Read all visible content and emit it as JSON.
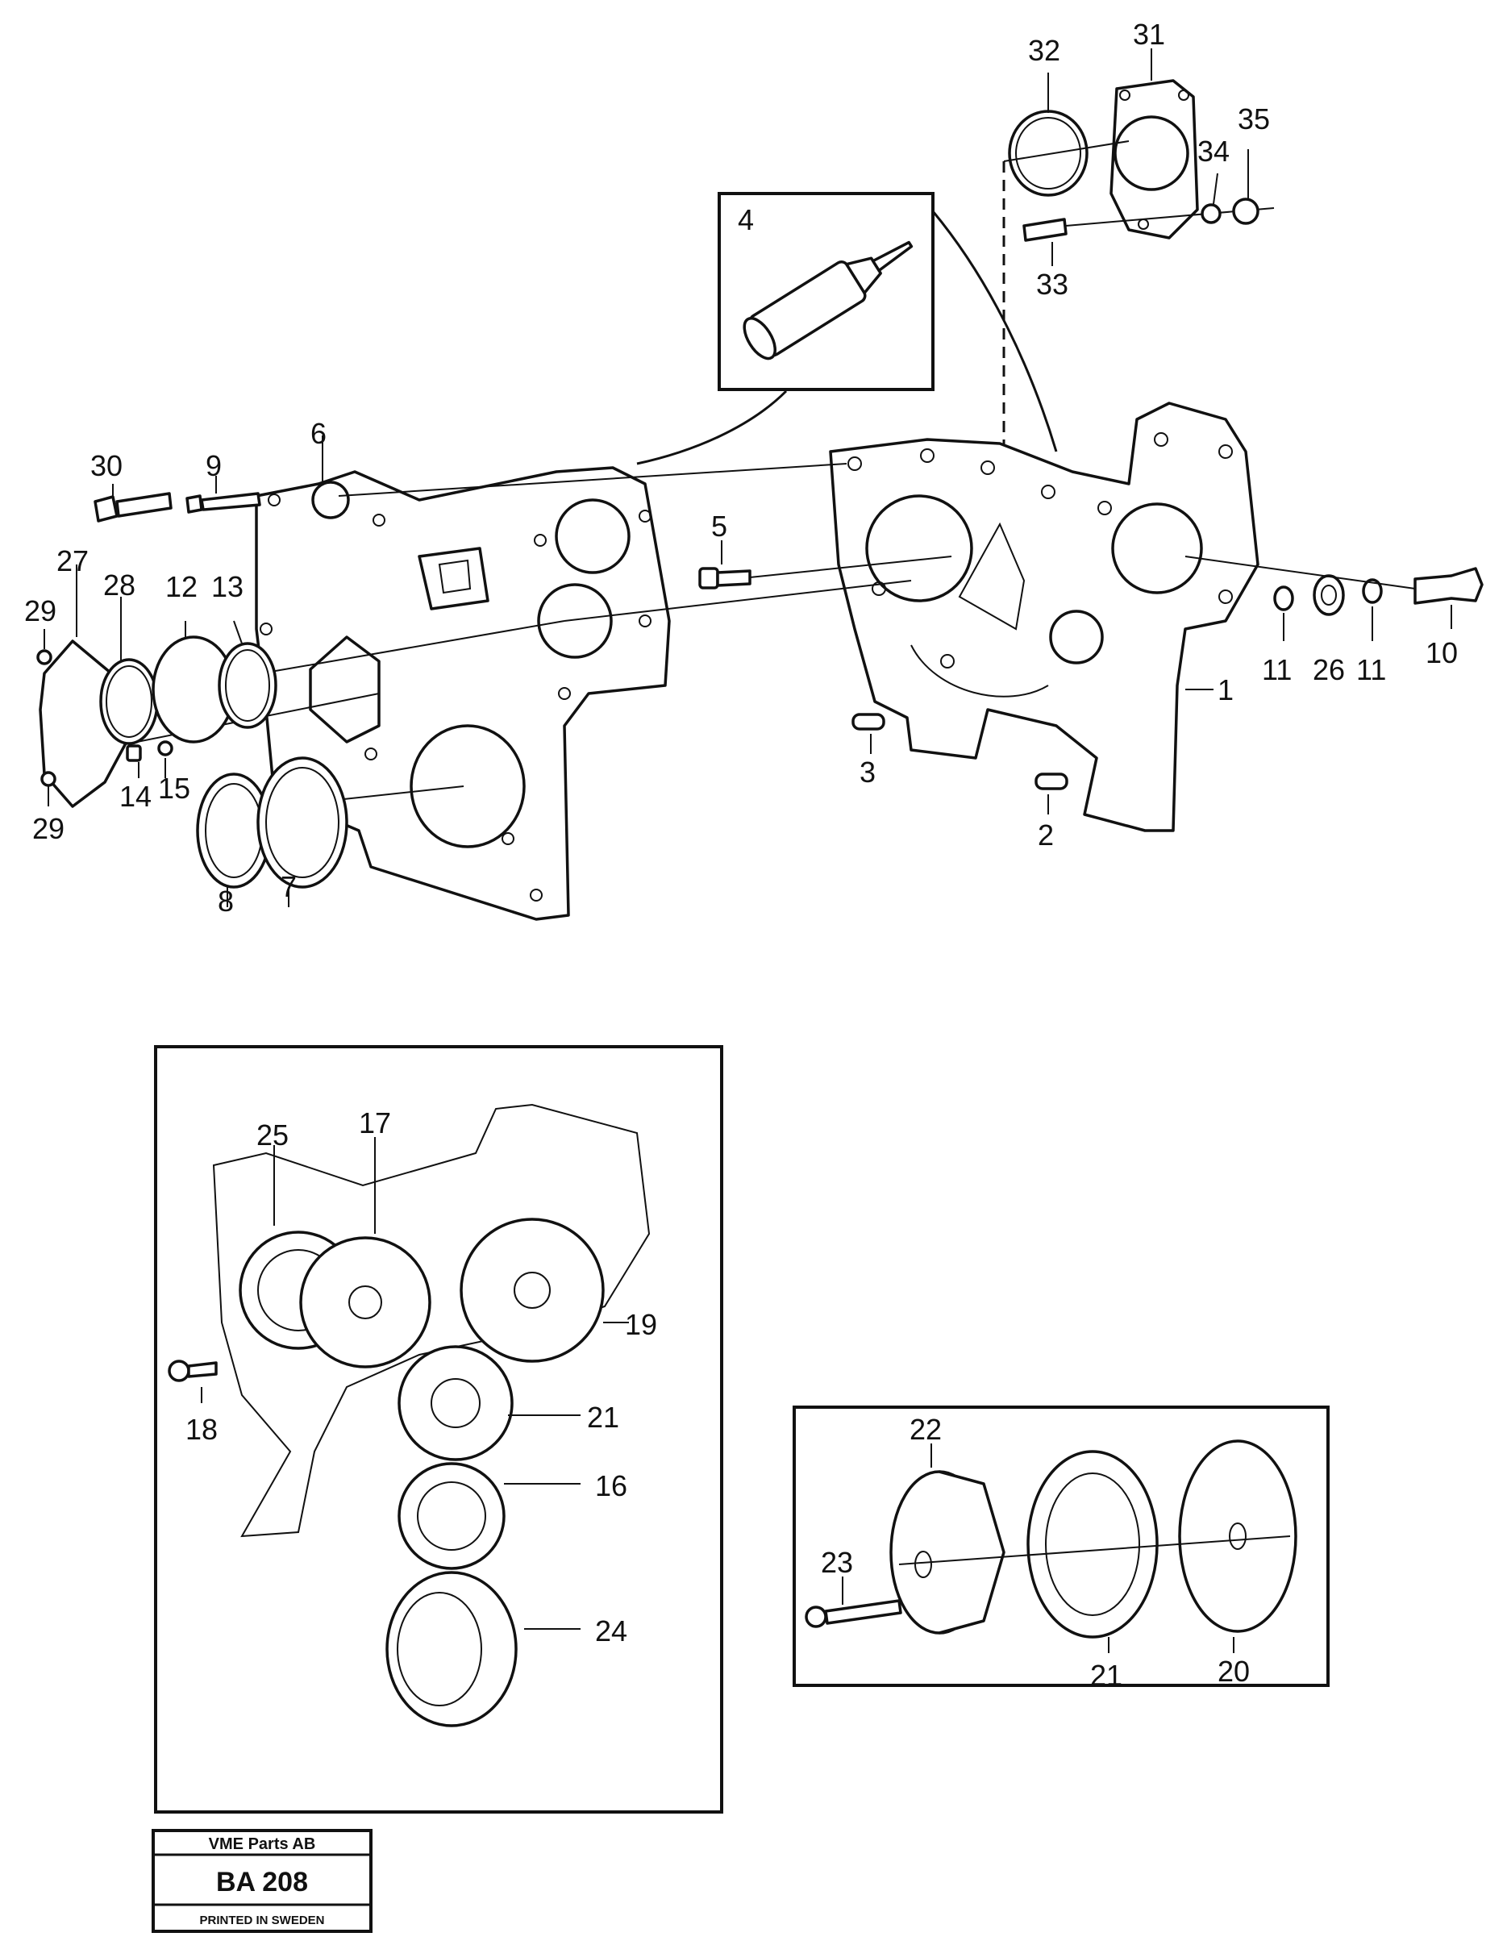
{
  "callouts": {
    "c1": "1",
    "c2": "2",
    "c3": "3",
    "c4": "4",
    "c5": "5",
    "c6": "6",
    "c7": "7",
    "c8": "8",
    "c9": "9",
    "c10": "10",
    "c11a": "11",
    "c11b": "11",
    "c12": "12",
    "c13": "13",
    "c14": "14",
    "c15": "15",
    "c16": "16",
    "c17": "17",
    "c18": "18",
    "c19": "19",
    "c20": "20",
    "c21a": "21",
    "c21b": "21",
    "c22": "22",
    "c23": "23",
    "c24": "24",
    "c25": "25",
    "c26": "26",
    "c27": "27",
    "c28": "28",
    "c29a": "29",
    "c29b": "29",
    "c30": "30",
    "c31": "31",
    "c32": "32",
    "c33": "33",
    "c34": "34",
    "c35": "35"
  },
  "title_block": {
    "company": "VME Parts AB",
    "code": "BA 208",
    "printed": "PRINTED IN SWEDEN"
  }
}
